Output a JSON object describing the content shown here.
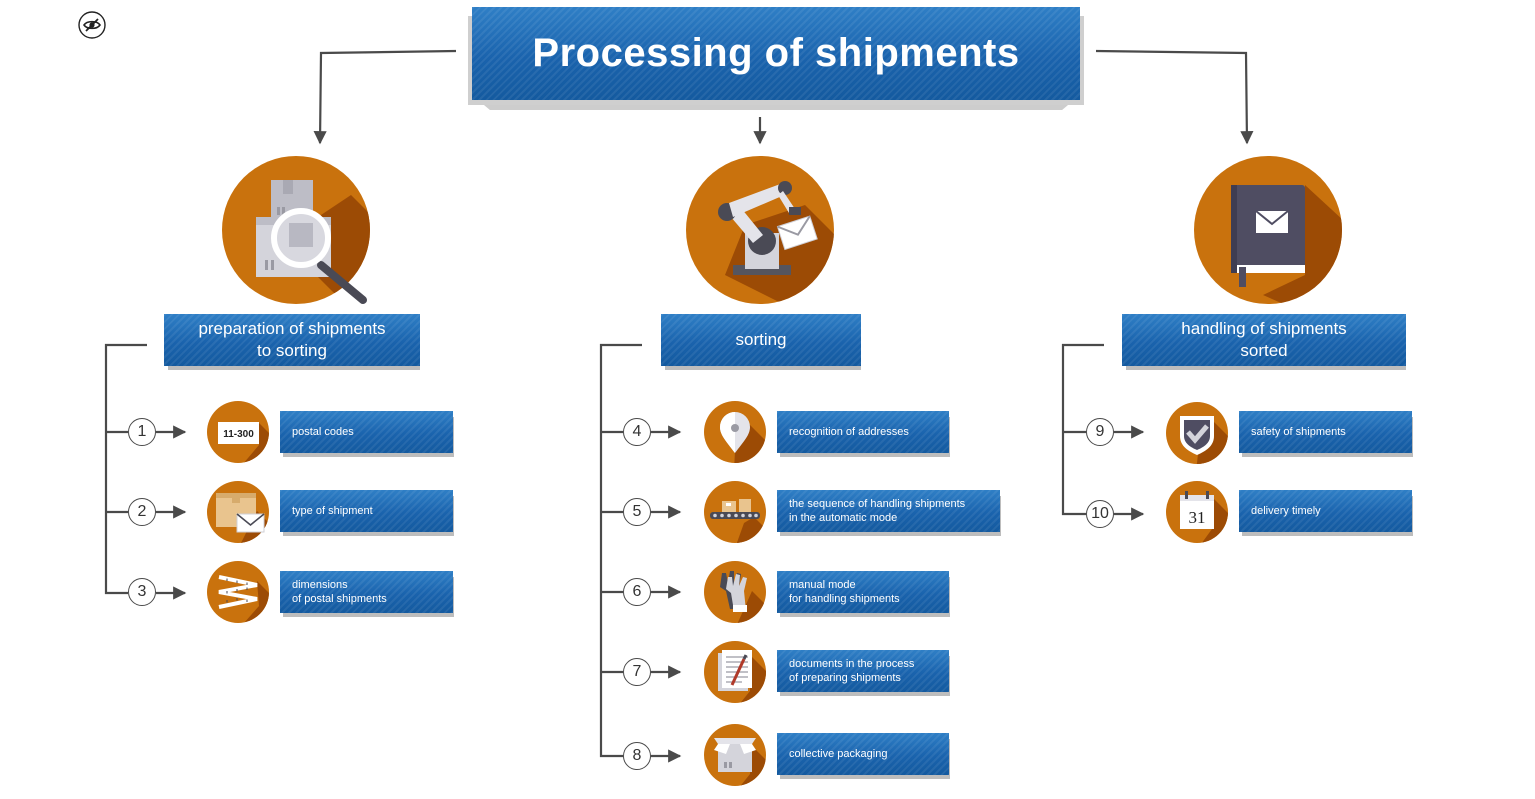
{
  "title": "Processing of shipments",
  "colors": {
    "banner": "#1a63ad",
    "icon_orange": "#c9720d",
    "icon_shadow": "#9c4b05",
    "line": "#4a4a4a"
  },
  "toolbar": {
    "visibility_toggle_icon": "eye-slash-icon"
  },
  "columns": [
    {
      "label": "preparation of shipments\nto sorting",
      "icon": "box-magnifier-icon",
      "items": [
        {
          "number": "1",
          "label": "postal codes",
          "icon": "postal-code-icon",
          "code_text": "11-300"
        },
        {
          "number": "2",
          "label": "type of shipment",
          "icon": "box-envelope-icon"
        },
        {
          "number": "3",
          "label": "dimensions\nof postal shipments",
          "icon": "measuring-tape-icon"
        }
      ]
    },
    {
      "label": "sorting",
      "icon": "robot-arm-icon",
      "items": [
        {
          "number": "4",
          "label": "recognition of addresses",
          "icon": "location-pin-icon"
        },
        {
          "number": "5",
          "label": "the sequence of handling shipments\nin the automatic mode",
          "icon": "conveyor-icon"
        },
        {
          "number": "6",
          "label": "manual mode\nfor handling shipments",
          "icon": "gloves-icon"
        },
        {
          "number": "7",
          "label": "documents in the process\nof preparing shipments",
          "icon": "document-pen-icon"
        },
        {
          "number": "8",
          "label": "collective packaging",
          "icon": "package-icon"
        }
      ]
    },
    {
      "label": "handling of shipments\nsorted",
      "icon": "book-envelope-icon",
      "items": [
        {
          "number": "9",
          "label": "safety of shipments",
          "icon": "shield-check-icon"
        },
        {
          "number": "10",
          "label": "delivery timely",
          "icon": "calendar-icon",
          "calendar_day": "31"
        }
      ]
    }
  ]
}
